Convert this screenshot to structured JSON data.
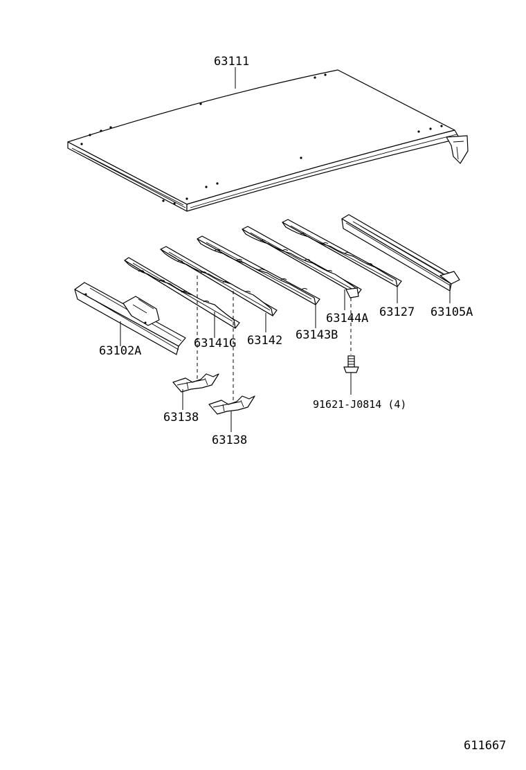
{
  "parts": {
    "roof_panel": "63111",
    "rear_rail": "63102A",
    "bow_1": "63141G",
    "bow_2": "63142",
    "bow_3": "63143B",
    "bow_4": "63144A",
    "bow_5": "63127",
    "front_rail": "63105A",
    "bracket_left": "63138",
    "bracket_right": "63138",
    "bolt": "91621-J0814 (4)"
  },
  "diagram_id": "611667"
}
